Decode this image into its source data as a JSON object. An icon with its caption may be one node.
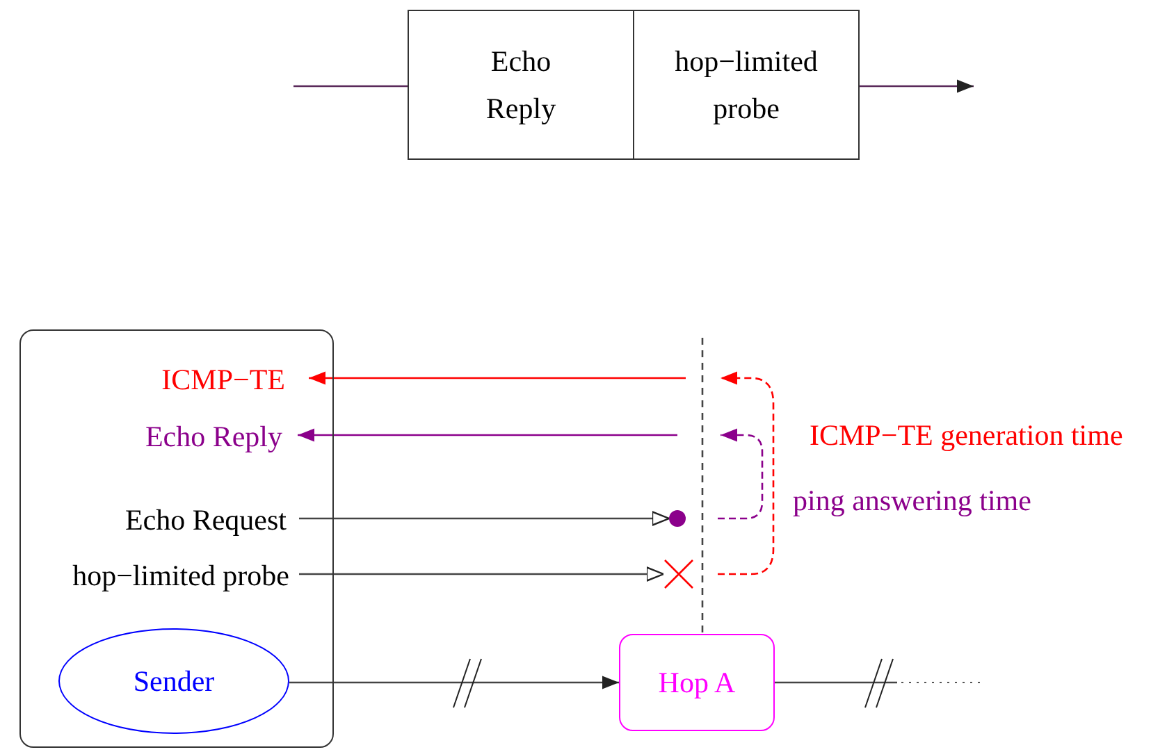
{
  "diagram": {
    "nodes": [
      {
        "text": [
          "Echo Reply"
        ]
      },
      {
        "text": [
          "hop−limited probe"
        ]
      },
      {
        "text": [],
        "shape": "box"
      },
      {
        "text": [
          "ICMP−TE"
        ],
        "in": 2
      },
      {
        "text": [
          "Echo Reply"
        ],
        "in": 2
      },
      {
        "text": [
          "Echo Request"
        ],
        "in": 2
      },
      {
        "text": [
          "hop−limited probe"
        ],
        "in": 2
      },
      {
        "text": [
          "Sender"
        ],
        "in": 2
      },
      {
        "text": [
          "Hop A"
        ]
      },
      {
        "text": [],
        "shape": "circle"
      },
      {
        "text": [],
        "shape": "cross"
      }
    ],
    "edges": [
      {
        "from": null,
        "to": 0,
        "arrow": "none",
        "color": "#5a2a5a"
      },
      {
        "from": 1,
        "to": null,
        "arrow": "to",
        "color": "#5a2a5a"
      },
      {
        "from": null,
        "to": 3,
        "arrow": "to",
        "color": "#ff0000"
      },
      {
        "from": null,
        "to": 4,
        "arrow": "to",
        "color": "#8b008b"
      },
      {
        "from": 5,
        "to": 9,
        "arrow": "to"
      },
      {
        "from": 6,
        "to": 10,
        "arrow": "to"
      },
      {
        "from": 7,
        "to": 8,
        "arrow": "to"
      },
      {
        "from": 8,
        "to": null,
        "arrow": "none"
      }
    ],
    "labels": [
      "ICMP−TE generation time",
      "ping answering time"
    ]
  }
}
